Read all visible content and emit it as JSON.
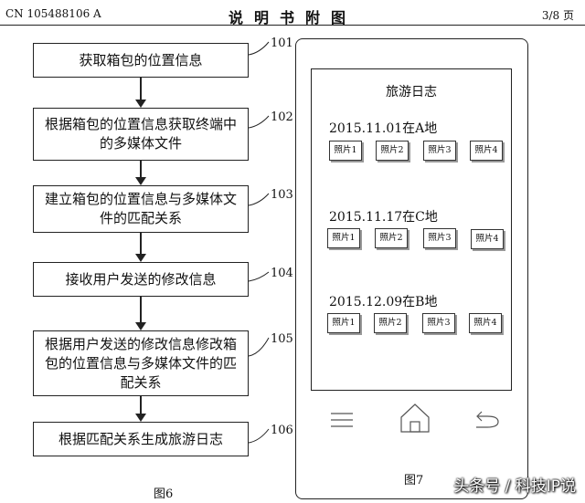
{
  "header": {
    "patent_no": "CN 105488106 A",
    "title": "说明书附图",
    "page": "3/8 页"
  },
  "fig6": {
    "caption": "图6",
    "steps": [
      {
        "num": "101",
        "text": "获取箱包的位置信息"
      },
      {
        "num": "102",
        "text": "根据箱包的位置信息获取终端中的多媒体文件"
      },
      {
        "num": "103",
        "text": "建立箱包的位置信息与多媒体文件的匹配关系"
      },
      {
        "num": "104",
        "text": "接收用户发送的修改信息"
      },
      {
        "num": "105",
        "text": "根据用户发送的修改信息修改箱包的位置信息与多媒体文件的匹配关系"
      },
      {
        "num": "106",
        "text": "根据匹配关系生成旅游日志"
      }
    ]
  },
  "fig7": {
    "caption": "图7",
    "screen_title": "旅游日志",
    "entries": [
      {
        "date": "2015.11.01在A地",
        "photos": [
          "照片1",
          "照片2",
          "照片3",
          "照片4"
        ]
      },
      {
        "date": "2015.11.17在C地",
        "photos": [
          "照片1",
          "照片2",
          "照片3",
          "照片4"
        ]
      },
      {
        "date": "2015.12.09在B地",
        "photos": [
          "照片1",
          "照片2",
          "照片3",
          "照片4"
        ]
      }
    ],
    "nav_icons": [
      "menu-icon",
      "home-icon",
      "back-icon"
    ]
  },
  "watermark": "头条号 / 科技IP说"
}
